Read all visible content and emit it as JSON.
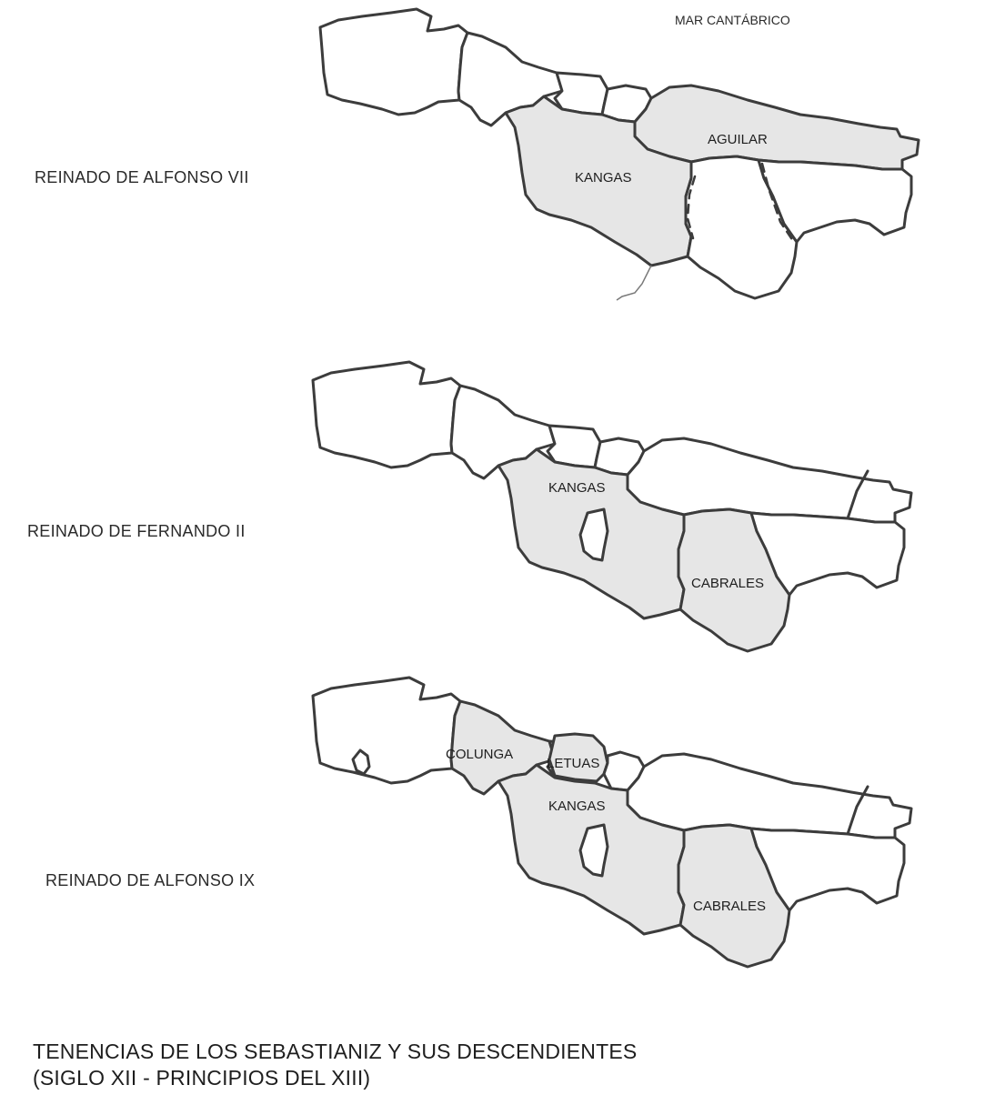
{
  "colors": {
    "held": "#e6e6e6",
    "not_held": "#ffffff",
    "outline": "#3c3c3c"
  },
  "sea_label": "MAR CANTÁBRICO",
  "maps": [
    {
      "reign": "REINADO DE ALFONSO VII",
      "labels": [
        "AGUILAR",
        "KANGAS"
      ]
    },
    {
      "reign": "REINADO DE FERNANDO II",
      "labels": [
        "KANGAS",
        "CABRALES"
      ]
    },
    {
      "reign": "REINADO DE ALFONSO IX",
      "labels": [
        "COLUNGA",
        "LETUAS",
        "KANGAS",
        "CABRALES"
      ]
    }
  ],
  "caption": {
    "line1": "TENENCIAS DE LOS SEBASTIANIZ Y SUS DESCENDIENTES",
    "line2": "(SIGLO XII - PRINCIPIOS DEL XIII)"
  }
}
